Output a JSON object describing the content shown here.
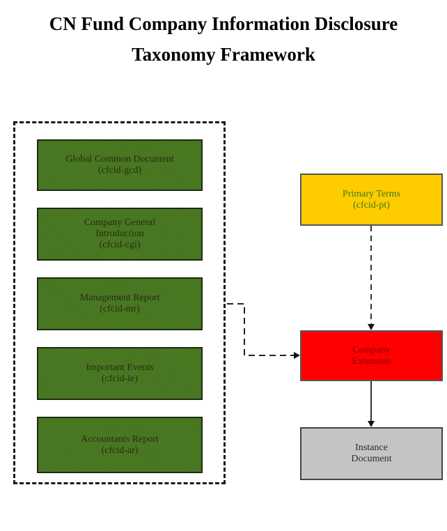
{
  "title": {
    "line1": "CN Fund Company Information Disclosure",
    "line2": "Taxonomy Framework"
  },
  "group_boxes": [
    {
      "name": "Global Common Document",
      "name2": "",
      "code": "(cfcid-gcd)"
    },
    {
      "name": "Company General",
      "name2": "Introduction",
      "code": "(cfcid-cgi)"
    },
    {
      "name": "Management Report",
      "name2": "",
      "code": "(cfcid-mr)"
    },
    {
      "name": "Important Events",
      "name2": "",
      "code": "(cfcid-ie)"
    },
    {
      "name": "Accountants Report",
      "name2": "",
      "code": "(cfcid-ar)"
    }
  ],
  "primary_terms": {
    "line1": "Primary Terms",
    "line2": "(cfcid-pt)"
  },
  "company_extension": {
    "line1": "Company",
    "line2": "Extension"
  },
  "instance_document": {
    "line1": "Instance",
    "line2": "Document"
  },
  "colors": {
    "group_box": "#4a7a22",
    "primary_terms": "#ffcc00",
    "company_extension": "#ff0000",
    "instance_document": "#c4c4c4"
  },
  "connections": [
    {
      "from": "group",
      "to": "company_extension",
      "style": "dashed"
    },
    {
      "from": "primary_terms",
      "to": "company_extension",
      "style": "dashed"
    },
    {
      "from": "company_extension",
      "to": "instance_document",
      "style": "solid"
    }
  ]
}
